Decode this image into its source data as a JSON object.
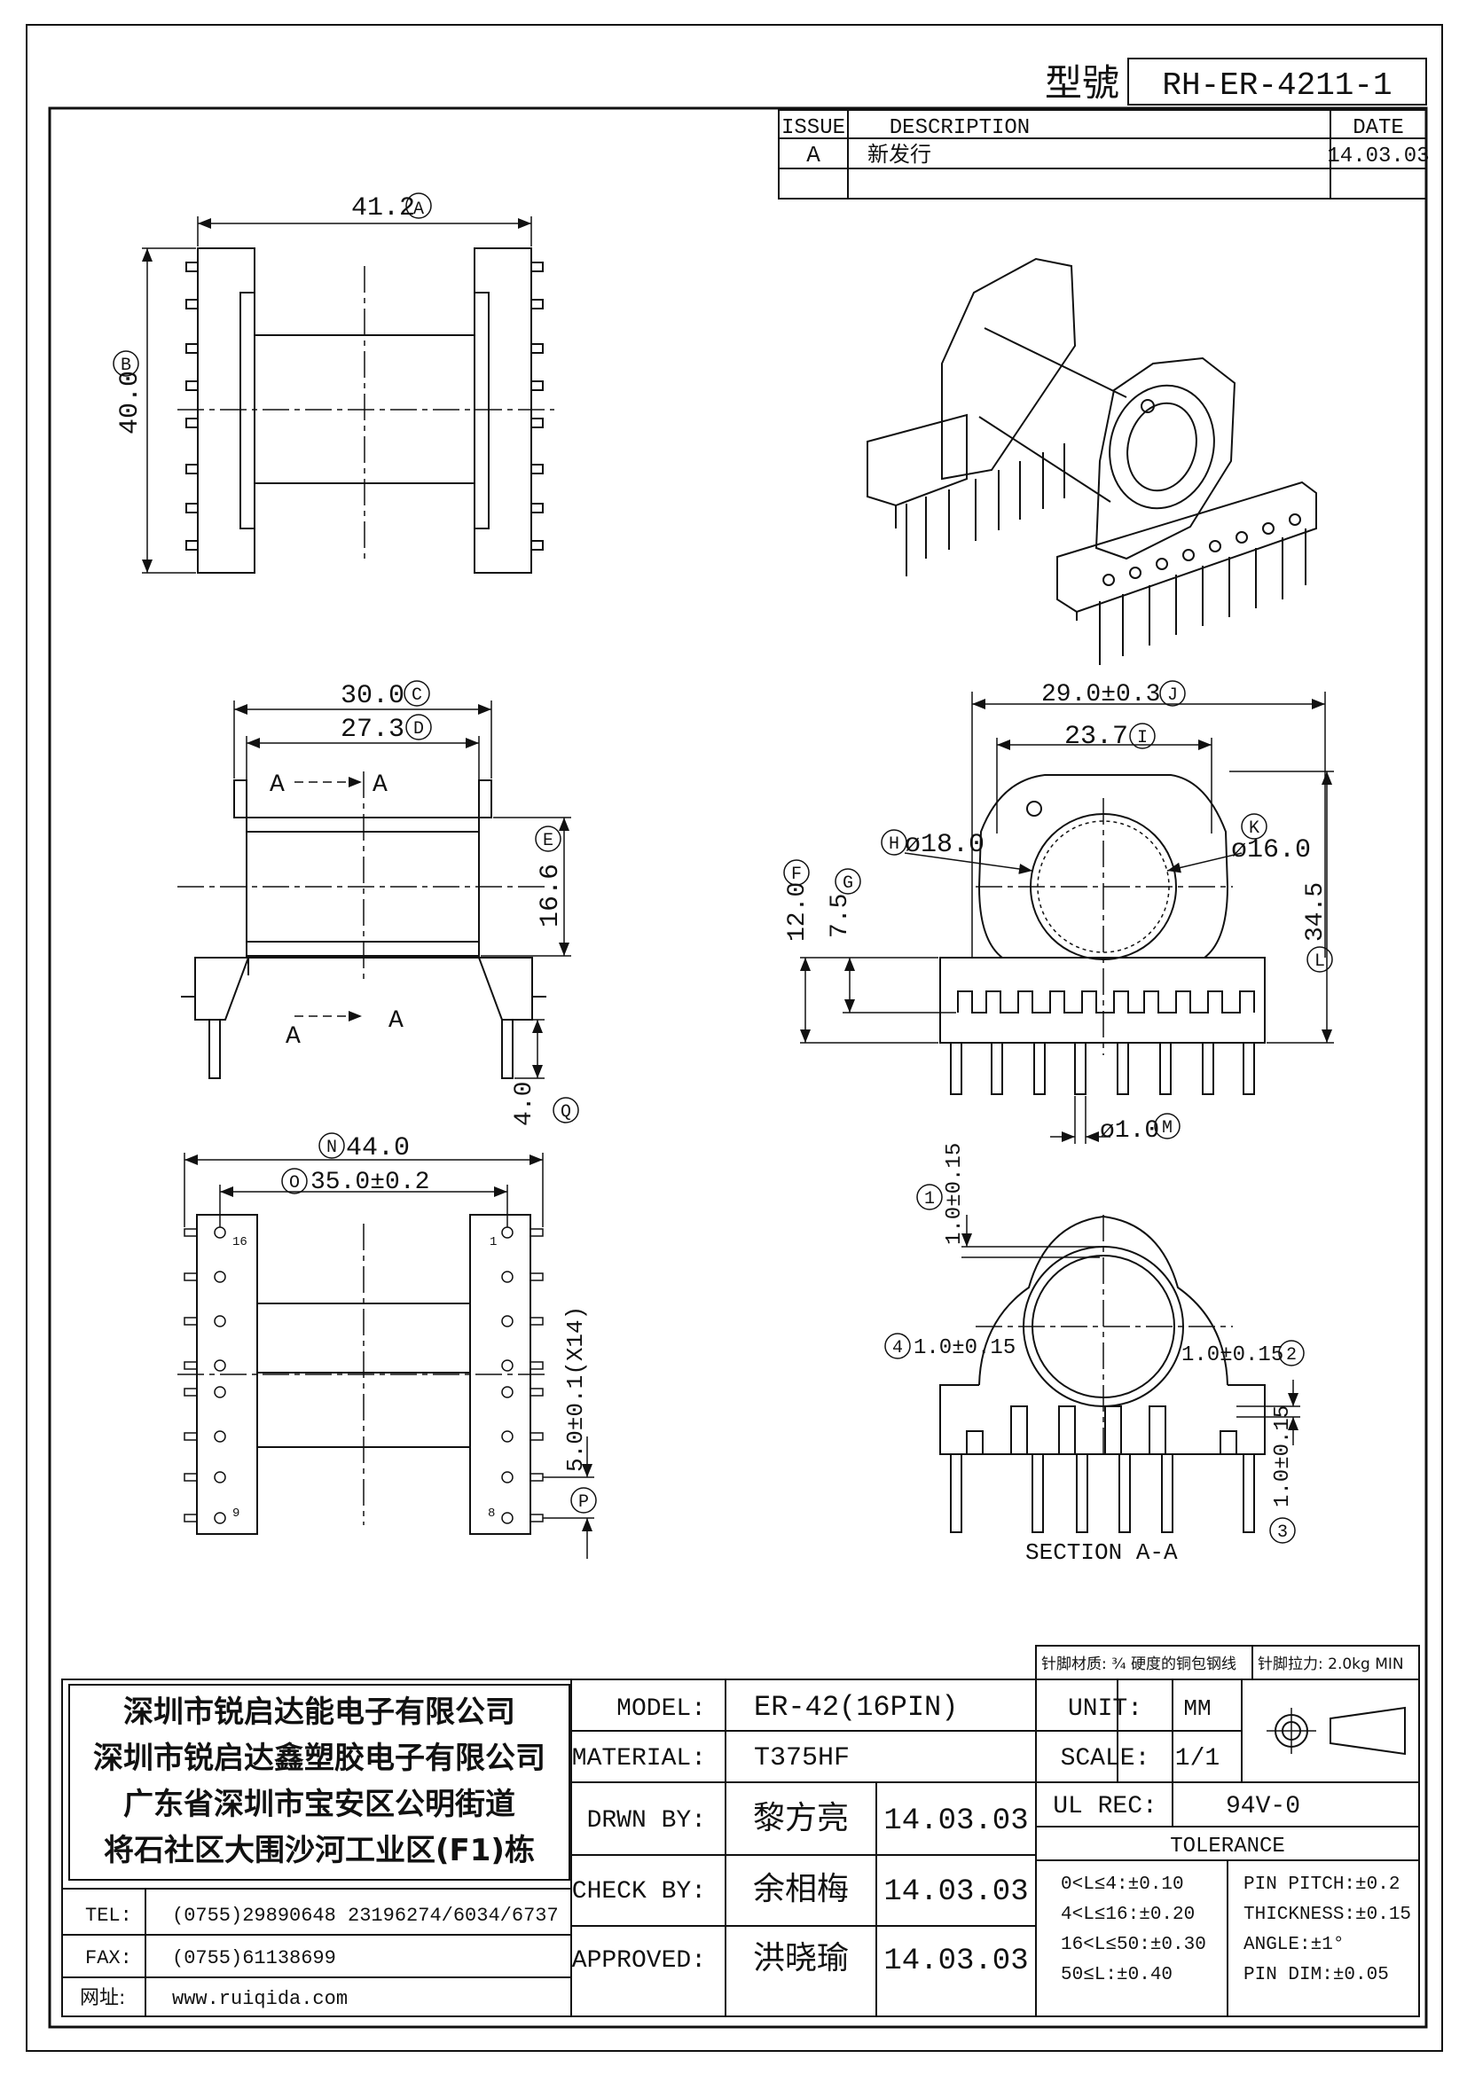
{
  "header": {
    "model_label": "型號",
    "model_no": "RH-ER-4211-1"
  },
  "revision": {
    "col_issue": "ISSUE",
    "col_description": "DESCRIPTION",
    "col_date": "DATE",
    "rows": [
      {
        "issue": "A",
        "description": "新发行",
        "date": "14.03.03"
      }
    ]
  },
  "top_view": {
    "dim_a": "41.2",
    "tag_a": "A",
    "dim_b": "40.0",
    "tag_b": "B"
  },
  "side_view": {
    "dim_c": "30.0",
    "tag_c": "C",
    "dim_d": "27.3",
    "tag_d": "D",
    "dim_e": "16.6",
    "tag_e": "E",
    "dim_q": "4.0",
    "tag_q": "Q",
    "section_mark": "A"
  },
  "front_view": {
    "dim_j": "29.0±0.3",
    "tag_j": "J",
    "dim_i": "23.7",
    "tag_i": "I",
    "dim_h": "ø18.0",
    "tag_h": "H",
    "dim_k": "ø16.0",
    "tag_k": "K",
    "dim_f": "12.0",
    "tag_f": "F",
    "dim_g": "7.5",
    "tag_g": "G",
    "dim_l": "34.5",
    "tag_l": "L",
    "dim_m": "ø1.0",
    "tag_m": "M"
  },
  "bottom_view": {
    "dim_n": "44.0",
    "tag_n": "N",
    "dim_o": "35.0±0.2",
    "tag_o": "O",
    "dim_p": "5.0±0.1(X14)",
    "tag_p": "P",
    "pin_16": "16",
    "pin_1": "1",
    "pin_9": "9",
    "pin_8": "8"
  },
  "section_view": {
    "title": "SECTION A-A",
    "dim_1": "1.0±0.15",
    "tag_1": "1",
    "dim_2": "1.0±0.15",
    "tag_2": "2",
    "dim_3": "1.0±0.15",
    "tag_3": "3",
    "dim_4": "1.0±0.15",
    "tag_4": "4"
  },
  "title_block": {
    "pin_material": "针脚材质: ¾ 硬度的铜包钢线",
    "pin_pull": "针脚拉力: 2.0kg MIN",
    "company": [
      "深圳市锐启达能电子有限公司",
      "深圳市锐启达鑫塑胶电子有限公司",
      "广东省深圳市宝安区公明街道",
      "将石社区大围沙河工业区(F1)栋"
    ],
    "tel_label": "TEL:",
    "tel_value": "(0755)29890648   23196274/6034/6737",
    "fax_label": "FAX:",
    "fax_value": "(0755)61138699",
    "web_label": "网址:",
    "web_value": "www.ruiqida.com",
    "model_label": "MODEL:",
    "model_value": "ER-42(16PIN)",
    "material_label": "MATERIAL:",
    "material_value": "T375HF",
    "drwn_label": "DRWN BY:",
    "drwn_name": "黎方亮",
    "drwn_date": "14.03.03",
    "check_label": "CHECK BY:",
    "check_name": "余相梅",
    "check_date": "14.03.03",
    "approved_label": "APPROVED:",
    "approved_name": "洪晓瑜",
    "approved_date": "14.03.03",
    "unit_label": "UNIT:",
    "unit_value": "MM",
    "scale_label": "SCALE:",
    "scale_value": "1/1",
    "ulrec_label": "UL REC:",
    "ulrec_value": "94V-0",
    "tolerance_label": "TOLERANCE",
    "tol_left": [
      "0<L≤4:±0.10",
      "4<L≤16:±0.20",
      "16<L≤50:±0.30",
      "50≤L:±0.40"
    ],
    "tol_right": [
      "PIN PITCH:±0.2",
      "THICKNESS:±0.15",
      "ANGLE:±1°",
      "PIN DIM:±0.05"
    ]
  }
}
